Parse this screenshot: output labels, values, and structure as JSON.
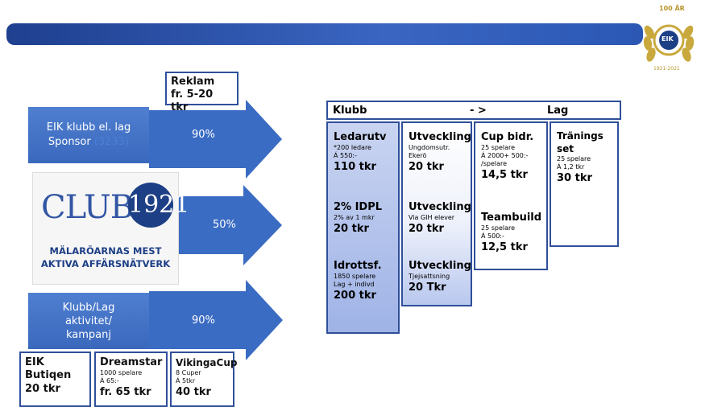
{
  "colors": {
    "primary": "#3a68bd",
    "dark": "#2f4f9a"
  },
  "logo": {
    "top": "100 ÅR",
    "center": "EIK",
    "years": "1921-2021",
    "year_badge": "1921"
  },
  "sponsor_box": {
    "line1": "EIK klubb el. lag",
    "line2": "Sponsor",
    "hidden_num": "(3233)"
  },
  "reklam": {
    "line1": "Reklam",
    "line2": "fr. 5-20 tkr"
  },
  "arrows": [
    {
      "label": "90%"
    },
    {
      "label": "50%"
    },
    {
      "label": "90%"
    }
  ],
  "club": {
    "name": "CLUB",
    "year": "1921",
    "line1": "MÄLARÖARNAS MEST",
    "line2": "AKTIVA AFFÄRSNÄTVERK"
  },
  "kampanj_box": {
    "line1": "Klubb/Lag",
    "line2": "aktivitet/",
    "line3": "kampanj"
  },
  "bottom": [
    {
      "title": "EIK",
      "title2": "Butiqen",
      "value": "20 tkr"
    },
    {
      "title": "Dreamstar",
      "s1": "1000 spelare",
      "s2": "Á 65:-",
      "value": "fr. 65 tkr"
    },
    {
      "title": "VikingaCup",
      "s1": "8 Cuper",
      "s2": "Á 5tkr",
      "value": "40 tkr"
    }
  ],
  "header": {
    "left": "Klubb",
    "mid": "- >",
    "right": "Lag"
  },
  "col1": [
    {
      "title": "Ledarutv",
      "s1": "*200 ledare",
      "s2": "Á 550:-",
      "value": "110 tkr"
    },
    {
      "title": "2% IDPL",
      "s1": "2% av 1 mkr",
      "value": "20 tkr"
    },
    {
      "title": "Idrottsf.",
      "s1": "1850 spelare",
      "s2": "Lag + indivd",
      "value": "200 tkr"
    }
  ],
  "col2": [
    {
      "title": "Utveckling",
      "s1": "Ungdomsutr.",
      "s2": "Ekerö",
      "value": "20 tkr"
    },
    {
      "title": "Utveckling",
      "s1": "Via GIH elever",
      "value": "20 tkr"
    },
    {
      "title": "Utveckling",
      "s1": "Tjejsattsning",
      "value": "20 Tkr"
    }
  ],
  "col3": [
    {
      "title": "Cup bidr.",
      "s1": "25 spelare",
      "s2": "Á 2000+ 500:-",
      "s3": "/spelare",
      "value": "14,5 tkr"
    },
    {
      "title": "Teambuild",
      "s1": "25 spelare",
      "s2": "Á 500:-",
      "value": "12,5 tkr"
    }
  ],
  "col4": [
    {
      "title": "Tränings set",
      "s1": "25 spelare",
      "s2": "Á 1,2 tkr",
      "value": "30 tkr"
    }
  ]
}
